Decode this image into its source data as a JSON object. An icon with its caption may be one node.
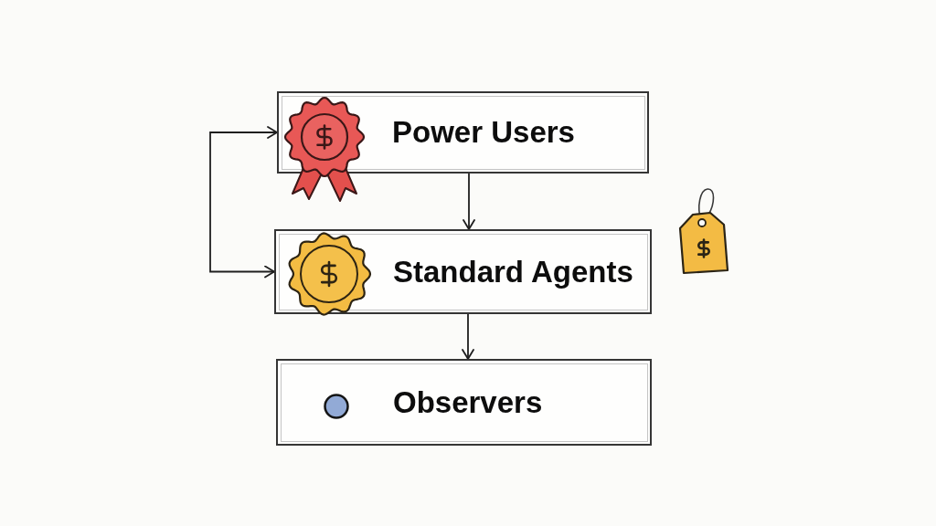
{
  "diagram": {
    "nodes": [
      {
        "text": [
          "Power Users"
        ]
      },
      {
        "text": [
          "Standard Agents"
        ]
      },
      {
        "text": [
          "Observers"
        ]
      }
    ],
    "edges": [
      {
        "from": 0,
        "to": 1,
        "arrow": "to"
      },
      {
        "from": 1,
        "to": 2,
        "arrow": "to"
      },
      {
        "from": 0,
        "to": 1,
        "arrow": "both"
      }
    ]
  }
}
